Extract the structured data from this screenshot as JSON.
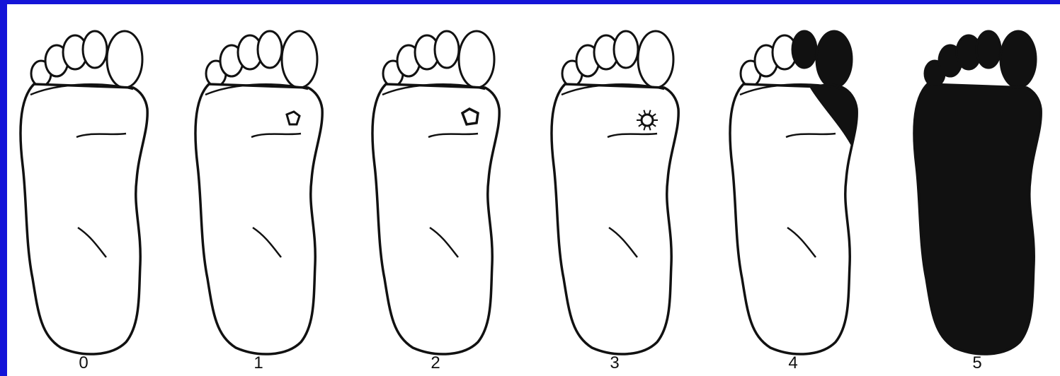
{
  "colors": {
    "frame": "#1414d8",
    "background": "#ffffff",
    "ink": "#111111"
  },
  "grades": [
    {
      "label": "0",
      "lesion": "none"
    },
    {
      "label": "1",
      "lesion": "superficial-ulcer"
    },
    {
      "label": "2",
      "lesion": "deep-ulcer"
    },
    {
      "label": "3",
      "lesion": "abscess"
    },
    {
      "label": "4",
      "lesion": "forefoot-gangrene"
    },
    {
      "label": "5",
      "lesion": "whole-foot-gangrene"
    }
  ]
}
